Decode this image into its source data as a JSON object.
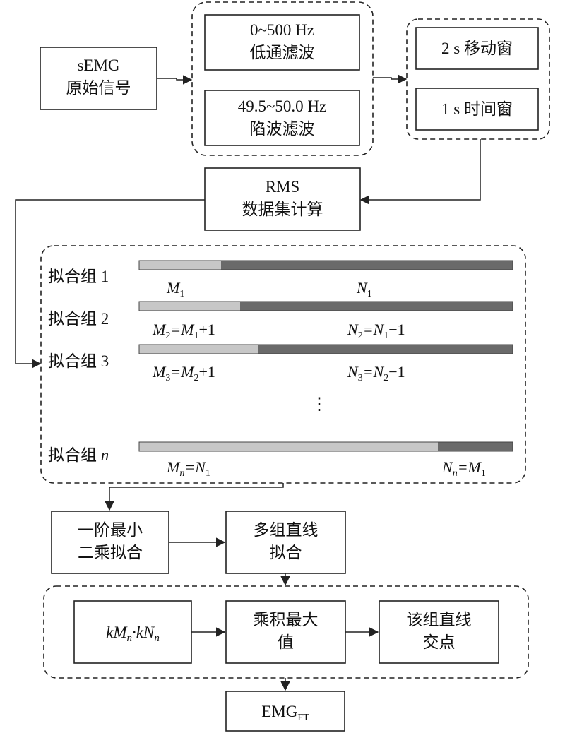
{
  "colors": {
    "stroke": "#222222",
    "bar_light": "#c7c7c7",
    "bar_dark": "#6a6a6a"
  },
  "nodes": {
    "semg": [
      "sEMG",
      "原始信号"
    ],
    "lowpass": [
      "0~500 Hz",
      "低通滤波"
    ],
    "notch": [
      "49.5~50.0 Hz",
      "陷波滤波"
    ],
    "move_window": "2 s 移动窗",
    "time_window": "1 s 时间窗",
    "rms": [
      "RMS",
      "数据集计算"
    ],
    "least_squares": [
      "一阶最小",
      "二乘拟合"
    ],
    "multi_fit": [
      "多组直线",
      "拟合"
    ],
    "product": [
      "kM",
      "n",
      "·kN",
      "n"
    ],
    "max_product": [
      "乘积最大",
      "值"
    ],
    "intersection": [
      "该组直线",
      "交点"
    ],
    "output": [
      "EMG",
      "FT"
    ]
  },
  "fit_groups": {
    "groups": [
      {
        "label": "拟合组 ",
        "index": "1",
        "light_fraction": 0.22,
        "m_label": [
          "M",
          "1",
          ""
        ],
        "n_label": [
          "N",
          "1",
          ""
        ]
      },
      {
        "label": "拟合组 ",
        "index": "2",
        "light_fraction": 0.27,
        "m_label": [
          "M",
          "2",
          "=M",
          "1",
          "+1"
        ],
        "n_label": [
          "N",
          "2",
          "=N",
          "1",
          "−1"
        ]
      },
      {
        "label": "拟合组 ",
        "index": "3",
        "light_fraction": 0.32,
        "m_label": [
          "M",
          "3",
          "=M",
          "2",
          "+1"
        ],
        "n_label": [
          "N",
          "3",
          "=N",
          "2",
          "−1"
        ]
      },
      {
        "label": "拟合组 ",
        "index": "n",
        "light_fraction": 0.8,
        "m_label": [
          "M",
          "n",
          "=N",
          "1",
          ""
        ],
        "n_label": [
          "N",
          "n",
          "=M",
          "1",
          ""
        ]
      }
    ],
    "ellipsis": "⋮"
  }
}
